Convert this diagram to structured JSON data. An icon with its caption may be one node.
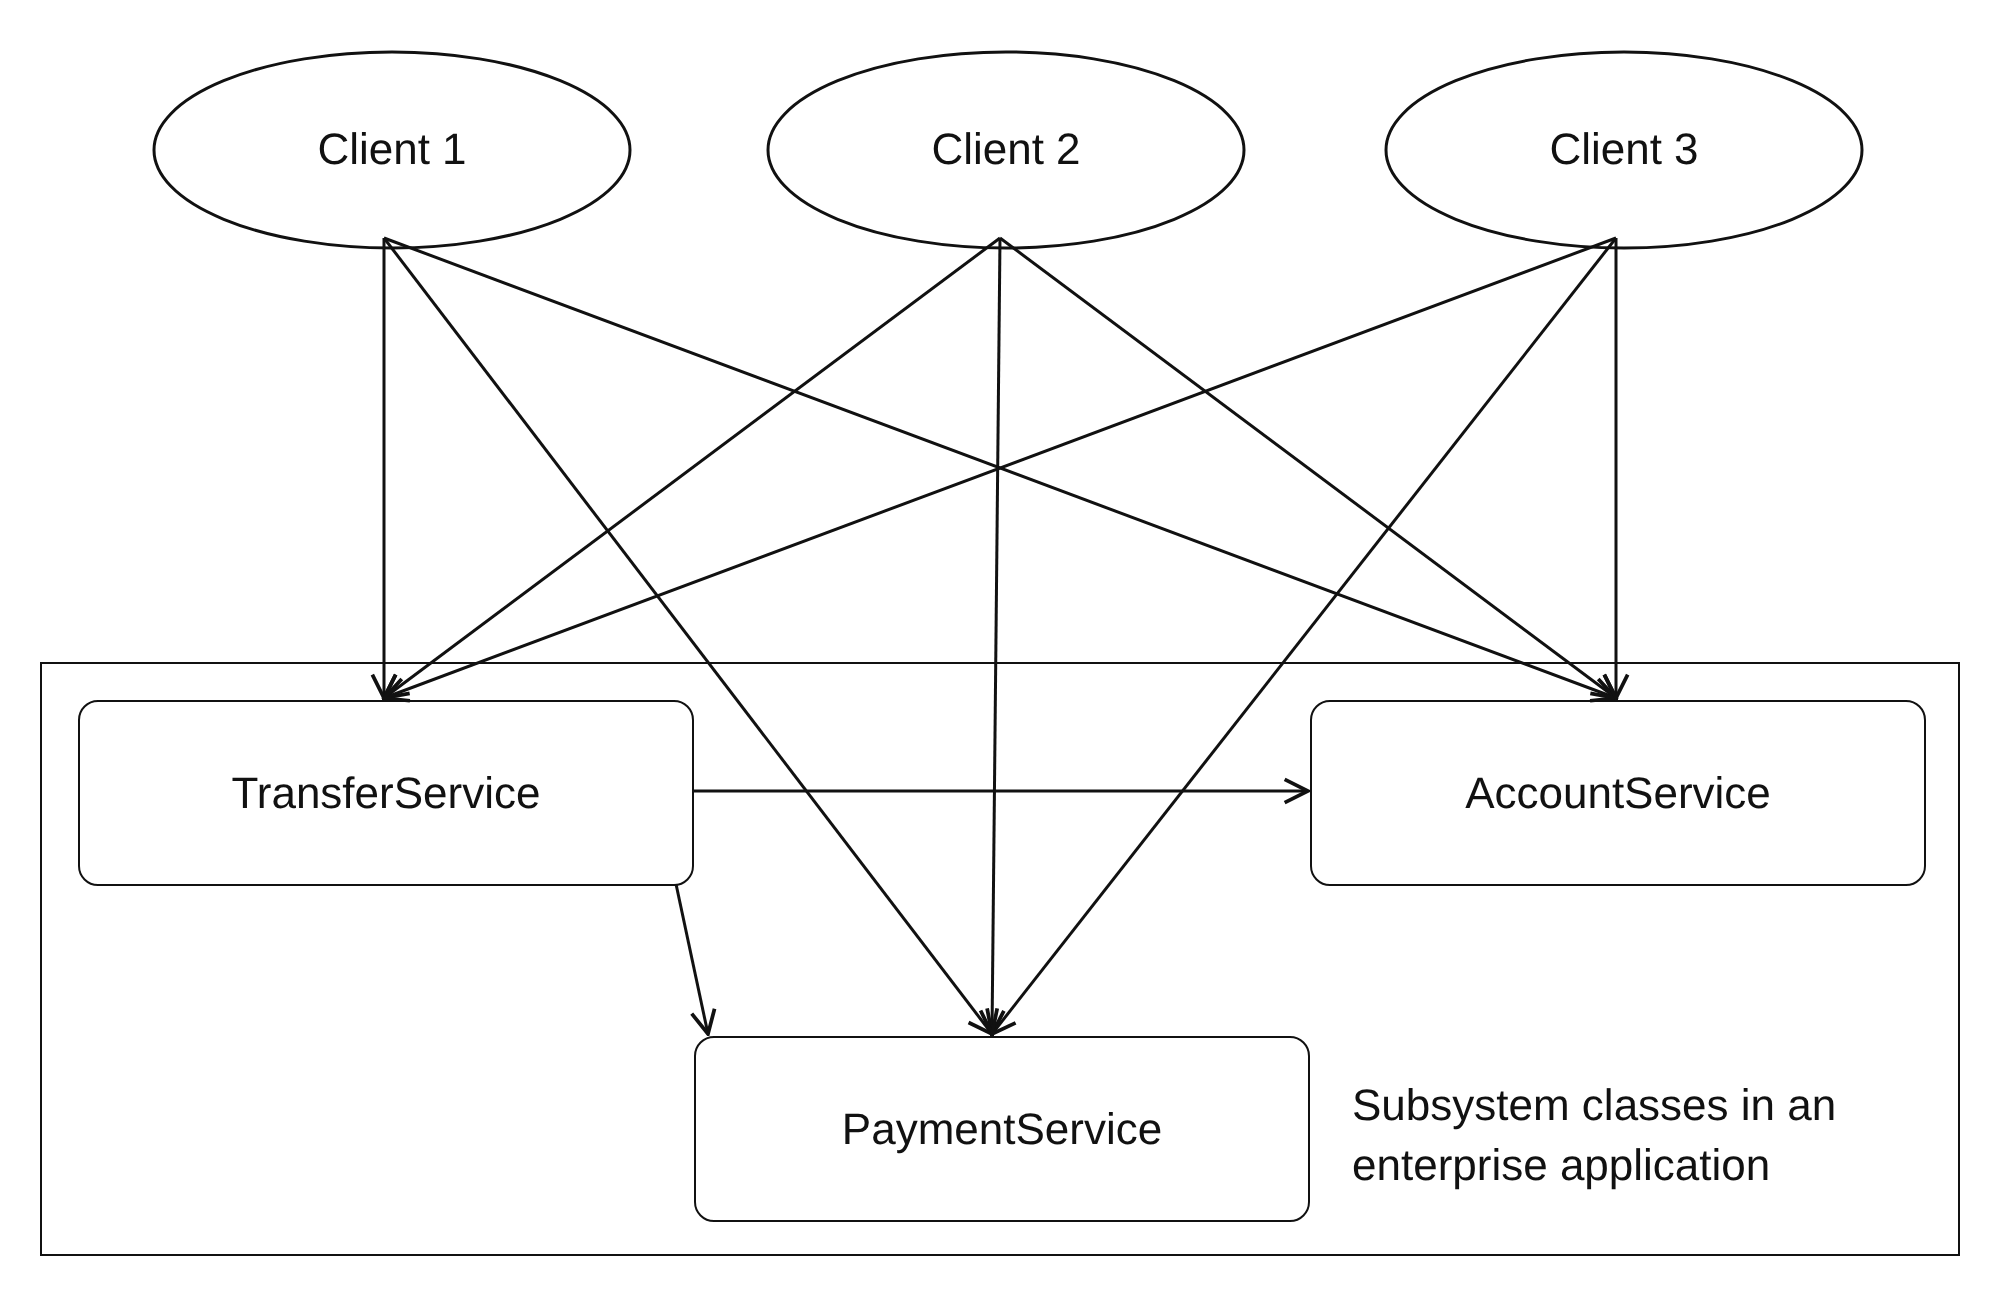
{
  "diagram": {
    "nodes": [
      {
        "text": [
          "Client 1"
        ]
      },
      {
        "text": [
          "Client 2"
        ]
      },
      {
        "text": [
          "Client 3"
        ]
      },
      {
        "text": [
          "Subsystem classes in an enterprise application"
        ]
      },
      {
        "text": [
          "TransferService"
        ],
        "in": 3
      },
      {
        "text": [
          "AccountService"
        ],
        "in": 3
      },
      {
        "text": [
          "PaymentService"
        ],
        "in": 3
      }
    ],
    "edges": [
      {
        "from": 0,
        "to": 4,
        "arrow": "to"
      },
      {
        "from": 0,
        "to": 6,
        "arrow": "to"
      },
      {
        "from": 0,
        "to": 5,
        "arrow": "to"
      },
      {
        "from": 1,
        "to": 4,
        "arrow": "to"
      },
      {
        "from": 1,
        "to": 6,
        "arrow": "to"
      },
      {
        "from": 1,
        "to": 5,
        "arrow": "to"
      },
      {
        "from": 2,
        "to": 4,
        "arrow": "to"
      },
      {
        "from": 2,
        "to": 6,
        "arrow": "to"
      },
      {
        "from": 2,
        "to": 5,
        "arrow": "to"
      },
      {
        "from": 4,
        "to": 5,
        "arrow": "to"
      },
      {
        "from": 4,
        "to": 6,
        "arrow": "to"
      }
    ]
  }
}
